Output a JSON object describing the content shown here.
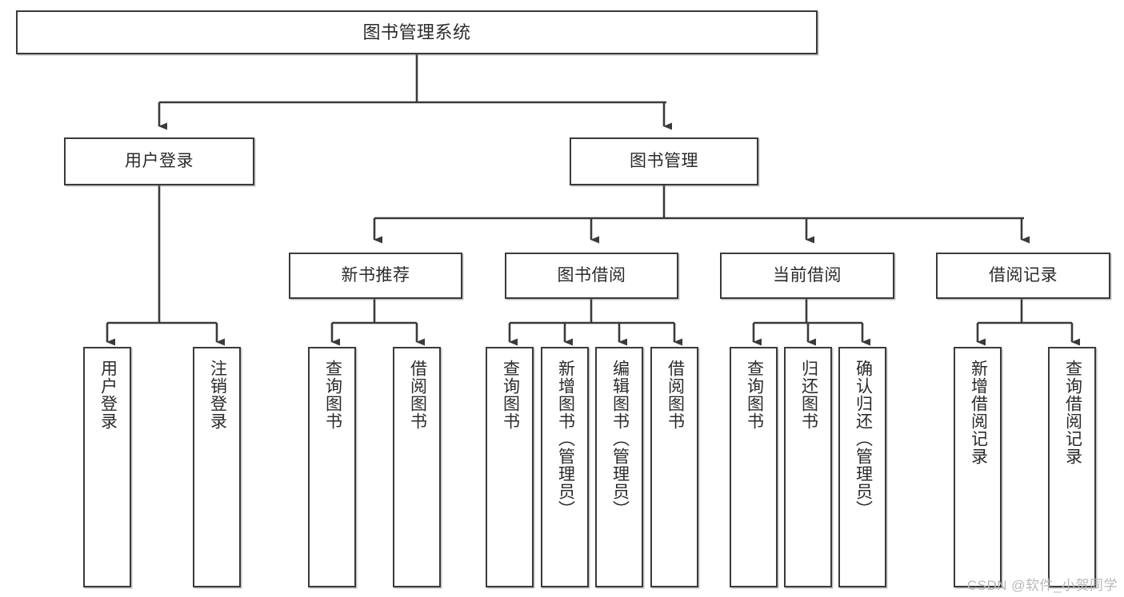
{
  "diagram": {
    "title": "图书管理系统",
    "type": "tree",
    "watermark": "CSDN @软件_小贺同学",
    "colors": {
      "box_border": "#3a3a3a",
      "box_fill": "#ffffff",
      "connector": "#3a3a3a",
      "text": "#2b2b2b",
      "watermark": "#b9b9b9",
      "background": "#ffffff"
    },
    "nodes": {
      "root": {
        "label": "图书管理系统"
      },
      "level2": [
        {
          "id": "user-login",
          "label": "用户登录"
        },
        {
          "id": "book-manage",
          "label": "图书管理"
        }
      ],
      "level3": [
        {
          "id": "new-book-recommend",
          "label": "新书推荐"
        },
        {
          "id": "book-borrow",
          "label": "图书借阅"
        },
        {
          "id": "current-borrow",
          "label": "当前借阅"
        },
        {
          "id": "borrow-record",
          "label": "借阅记录"
        }
      ],
      "leaves": [
        {
          "id": "leaf-user-login",
          "label": "用户登录",
          "parent": "user-login"
        },
        {
          "id": "leaf-logout-login",
          "label": "注销登录",
          "parent": "user-login"
        },
        {
          "id": "leaf-query-book-1",
          "label": "查询图书",
          "parent": "new-book-recommend"
        },
        {
          "id": "leaf-borrow-book-1",
          "label": "借阅图书",
          "parent": "new-book-recommend"
        },
        {
          "id": "leaf-query-book-2",
          "label": "查询图书",
          "parent": "book-borrow"
        },
        {
          "id": "leaf-add-book",
          "label": "新增图书（管理员）",
          "parent": "book-borrow"
        },
        {
          "id": "leaf-edit-book",
          "label": "编辑图书（管理员）",
          "parent": "book-borrow"
        },
        {
          "id": "leaf-borrow-book-2",
          "label": "借阅图书",
          "parent": "book-borrow"
        },
        {
          "id": "leaf-query-book-3",
          "label": "查询图书",
          "parent": "current-borrow"
        },
        {
          "id": "leaf-return-book",
          "label": "归还图书",
          "parent": "current-borrow"
        },
        {
          "id": "leaf-confirm-return",
          "label": "确认归还（管理员）",
          "parent": "current-borrow"
        },
        {
          "id": "leaf-add-record",
          "label": "新增借阅记录",
          "parent": "borrow-record"
        },
        {
          "id": "leaf-query-record",
          "label": "查询借阅记录",
          "parent": "borrow-record"
        }
      ]
    }
  }
}
